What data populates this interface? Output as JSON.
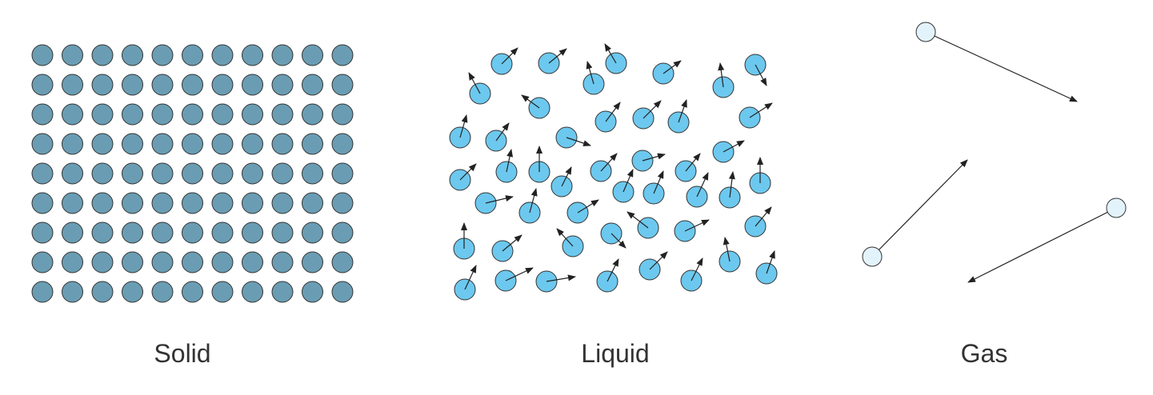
{
  "colors": {
    "solid_fill": "#6a9db3",
    "liquid_fill": "#6cc8ee",
    "gas_fill": "#e3f3fb",
    "outline": "#333333",
    "arrow": "#222222"
  },
  "panels": [
    {
      "name": "solid",
      "label": "Solid",
      "arrangement": "regular grid",
      "rows": 9,
      "columns": 11,
      "motion_arrows": false
    },
    {
      "name": "liquid",
      "label": "Liquid",
      "arrangement": "random, close together",
      "motion_arrows": true
    },
    {
      "name": "gas",
      "label": "Gas",
      "arrangement": "widely spaced",
      "particle_count": 3,
      "motion_arrows": true
    }
  ]
}
